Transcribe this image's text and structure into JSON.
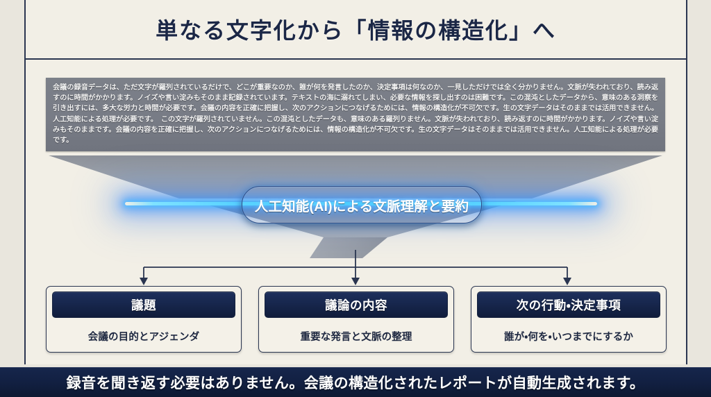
{
  "slide": {
    "title": "単なる文字化から「情報の構造化」へ",
    "accent_navy": "#1b2746",
    "accent_cyan": "#49cdff",
    "paper_bg": "#f2efe6",
    "raw_block_bg": "#787c86"
  },
  "raw_transcript": {
    "label": "raw-meeting-transcript",
    "text": "会議の録音データは、ただ文字が羅列されているだけで、どこが重要なのか、誰が何を発言したのか、決定事項は何なのか、一見しただけでは全く分かりません。文脈が失われており、読み返すのに時間がかかります。ノイズや言い淀みもそのまま記録されています。テキストの海に溺れてしまい、必要な情報を探し出すのは困難です。この混沌としたデータから、意味のある洞察を引き出すには、多大な労力と時間が必要です。会議の内容を正確に把握し、次のアクションにつなげるためには、情報の構造化が不可欠です。生の文字データはそのままでは活用できません。人工知能による処理が必要です。　この文字が羅列されていません。この混沌としたデータも、意味のある羅列りません。文脈が失われており、読み返すのに時間がかかります。ノイズや言い淀みもそのままです。会議の内容を正確に把握し、次のアクションにつなげるためには、情報の構造化が不可欠です。生の文字データはそのままでは活用できません。人工知能による処理が必要です。"
  },
  "ai_pill": {
    "label": "人工知能(AI)による文脈理解と要約"
  },
  "cards": [
    {
      "id": "agenda",
      "header": "議題",
      "body": "会議の目的とアジェンダ"
    },
    {
      "id": "discussion",
      "header": "議論の内容",
      "body": "重要な発言と文脈の整理"
    },
    {
      "id": "next-actions",
      "header": "次の行動・決定事項",
      "body": "誰が・何を・いつまでにするか"
    }
  ],
  "bottom_banner": {
    "text": "録音を聞き返す必要はありません。会議の構造化されたレポートが自動生成されます。"
  }
}
